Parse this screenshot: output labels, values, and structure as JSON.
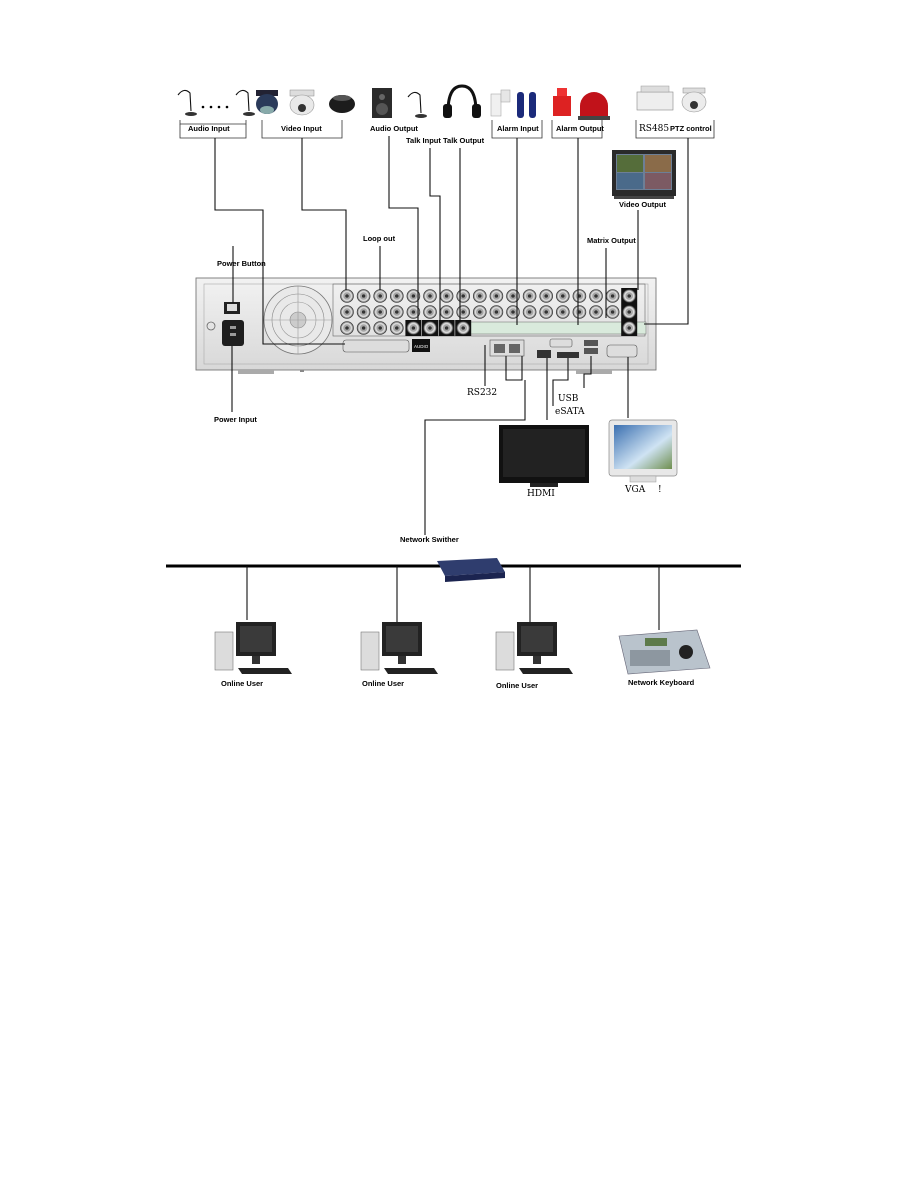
{
  "top_devices": {
    "audio_input": "Audio Input",
    "video_input": "Video Input",
    "audio_output": "Audio Output",
    "talk_input": "Talk Input",
    "talk_output": "Talk Output",
    "alarm_input": "Alarm Input",
    "alarm_output": "Alarm Output",
    "rs485": "RS485",
    "ptz_control": "PTZ control",
    "video_output": "Video Output"
  },
  "dvr_labels": {
    "loop_out": "Loop out",
    "matrix_output": "Matrix Output",
    "power_button": "Power Button",
    "power_input": "Power Input",
    "audio_panel": "AUDIO"
  },
  "bottom_ports": {
    "rs232": "RS232",
    "usb": "USB",
    "esata": "eSATA",
    "hdmi": "HDMI",
    "vga": "VGA",
    "vga_mark": "!"
  },
  "network": {
    "switch": "Network Swither",
    "users": [
      "Online User",
      "Online User",
      "Online User"
    ],
    "keyboard": "Network Keyboard"
  }
}
